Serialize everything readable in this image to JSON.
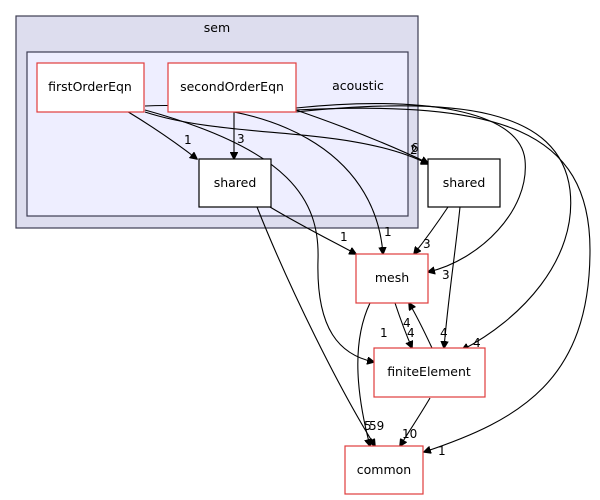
{
  "clusters": {
    "sem": "sem",
    "acoustic": "acoustic"
  },
  "nodes": {
    "firstOrderEqn": "firstOrderEqn",
    "secondOrderEqn": "secondOrderEqn",
    "shared_inner": "shared",
    "shared_outer": "shared",
    "mesh": "mesh",
    "finiteElement": "finiteElement",
    "common": "common"
  },
  "edge_labels": {
    "firstOrderEqn_to_shared_inner": "1",
    "secondOrderEqn_to_shared_inner": "3",
    "acoustic_to_shared_outer_a": "2",
    "acoustic_to_shared_outer_b": "6",
    "shared_inner_to_mesh": "1",
    "firstOrderEqn_to_mesh": "1",
    "shared_outer_to_mesh": "3",
    "secondOrderEqn_to_mesh": "3",
    "mesh_to_finiteElement": "4",
    "finiteElement_to_mesh": "4",
    "firstOrderEqn_to_finiteElement": "1",
    "secondOrderEqn_to_finiteElement": "4",
    "common_label_a": "5",
    "common_label_b": "59",
    "finiteElement_to_common": "10",
    "secondOrderEqn_to_common": "1"
  },
  "colors": {
    "cluster_outer_fill": "#ddddee",
    "cluster_inner_fill": "#eeeeff",
    "node_border_red": "#e03c3c",
    "node_border_black": "#000000"
  }
}
